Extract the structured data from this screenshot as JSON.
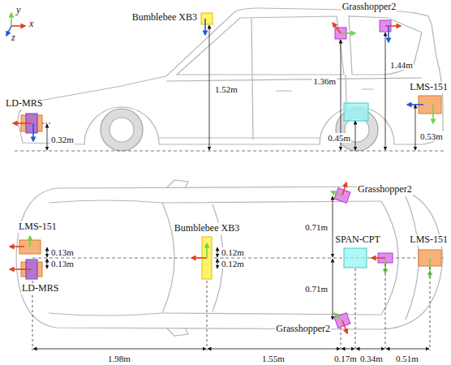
{
  "diagram": {
    "labels": [
      "y",
      "x",
      "z",
      "Bumblebee XB3",
      "Grasshopper2",
      "LD-MRS",
      "LMS-151",
      "1.52m",
      "1.36m",
      "1.44m",
      "0.32m",
      "0.45m",
      "0.53m",
      "LMS-151",
      "0.13m",
      "0.13m",
      "LD-MRS",
      "Bumblebee XB3",
      "0.12m",
      "0.12m",
      "Grasshopper2",
      "0.71m",
      "0.71m",
      "SPAN-CPT",
      "LMS-151",
      "Grasshopper2",
      "1.98m",
      "1.55m",
      "0.17m",
      "0.34m",
      "0.51m"
    ]
  }
}
